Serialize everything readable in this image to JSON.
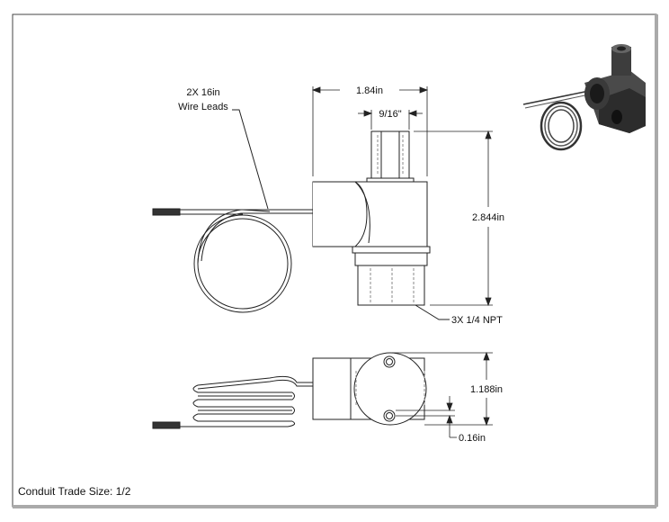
{
  "drawing": {
    "wire_leads_line1": "2X 16in",
    "wire_leads_line2": "Wire Leads",
    "dim_width": "1.84in",
    "dim_hex": "9/16\"",
    "dim_height": "2.844in",
    "thread_note": "3X 1/4 NPT",
    "dim_depth": "1.188in",
    "dim_offset": "0.16in",
    "footer_note": "Conduit Trade Size: 1/2"
  }
}
